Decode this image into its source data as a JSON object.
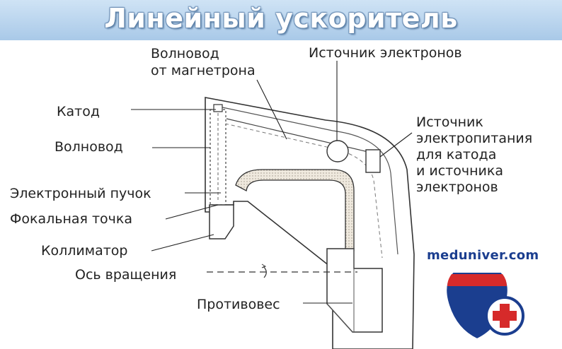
{
  "title": "Линейный ускоритель",
  "labels": {
    "waveguide_from_magnetron": "Волновод\nот магнетрона",
    "electron_source": "Источник электронов",
    "cathode": "Катод",
    "waveguide": "Волновод",
    "electron_beam": "Электронный пучок",
    "focal_point": "Фокальная точка",
    "collimator": "Коллиматор",
    "rotation_axis": "Ось вращения",
    "counterweight": "Противовес",
    "power_source": "Источник\nэлектропитания\nдля катода\nи источника\nэлектронов"
  },
  "logo": {
    "text": "meduniver.com",
    "icons": [
      "highway-shield-icon",
      "medical-cross-icon"
    ],
    "colors": {
      "blue": "#1b3e8f",
      "red": "#d62a2a"
    }
  },
  "colors": {
    "banner": "#b8d4ee",
    "title": "#ffffff",
    "outline": "#333333",
    "beam_fill": "#e9e2d6"
  }
}
